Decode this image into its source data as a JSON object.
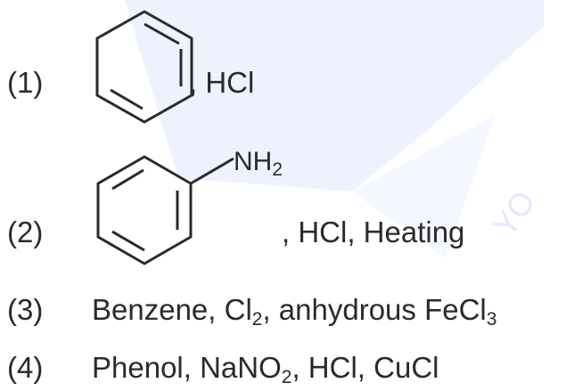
{
  "options": [
    {
      "label": "(1)",
      "reagents": ", HCl",
      "icon": "benzene-ring-icon"
    },
    {
      "label": "(2)",
      "substituent": "NH",
      "substituent_sub": "2",
      "reagents": ", HCl, Heating",
      "icon": "aniline-ring-icon"
    },
    {
      "label": "(3)",
      "text_parts": [
        "Benzene, Cl",
        "2",
        ", anhydrous FeCl",
        "3"
      ]
    },
    {
      "label": "(4)",
      "text_parts": [
        "Phenol, NaNO",
        "2",
        ", HCl, CuCl"
      ]
    }
  ],
  "colors": {
    "text": "#2a2a2a",
    "watermark": "#3f63e6"
  }
}
